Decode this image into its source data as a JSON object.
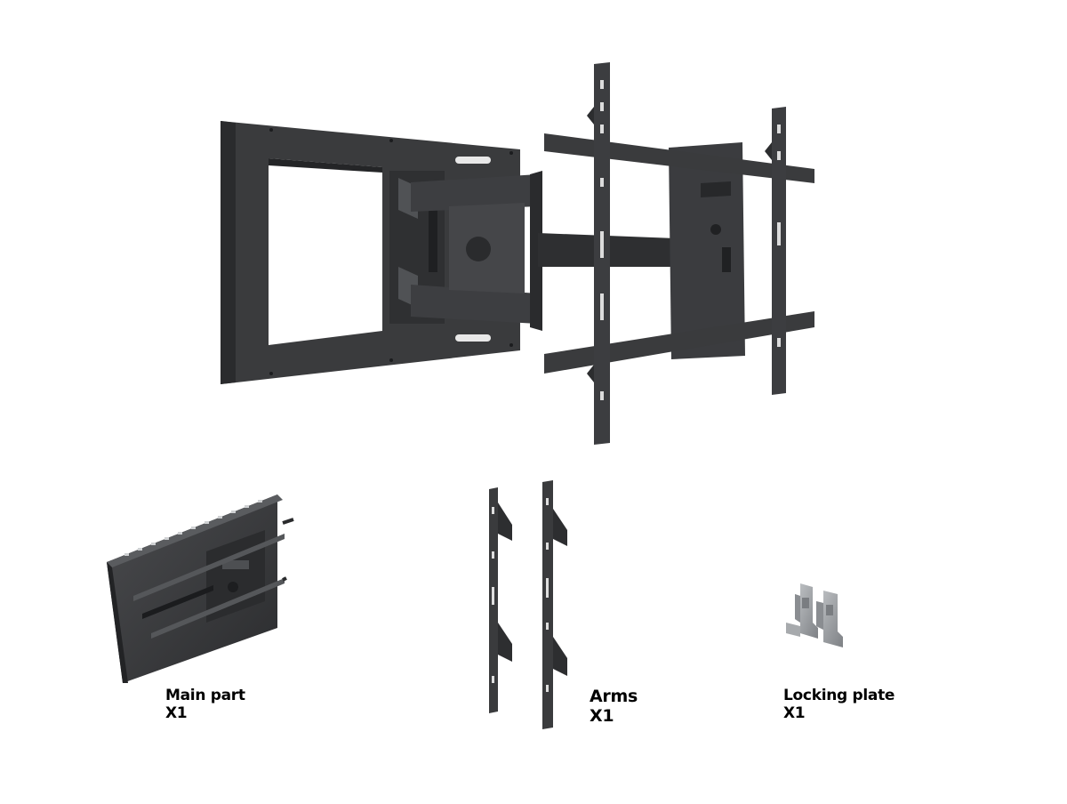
{
  "palette": {
    "background": "#ffffff",
    "metal": "#3a3b3d",
    "metal_dark": "#232426",
    "metal_light": "#55575a",
    "steel": "#8f9296",
    "steel_light": "#b9bcbf"
  },
  "parts": [
    {
      "name": "Main part",
      "quantity": "X1",
      "icon": "main-part-illustration"
    },
    {
      "name": "Arms",
      "quantity": "X1",
      "icon": "arms-illustration"
    },
    {
      "name": "Locking plate",
      "quantity": "X1",
      "icon": "locking-plate-illustration"
    }
  ]
}
